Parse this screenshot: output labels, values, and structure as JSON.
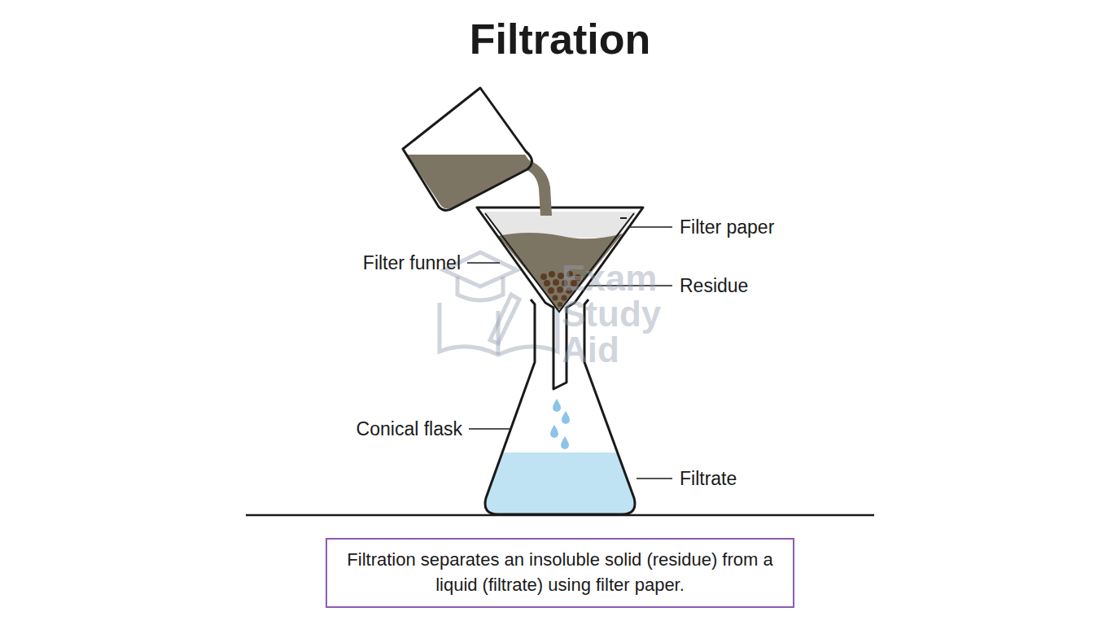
{
  "diagram": {
    "title": "Filtration",
    "caption": "Filtration separates an insoluble solid (residue) from a liquid (filtrate) using filter paper.",
    "labels": [
      "Filter paper",
      "Filter funnel",
      "Residue",
      "Conical flask",
      "Filtrate",
      "Exam Study Aid"
    ]
  }
}
